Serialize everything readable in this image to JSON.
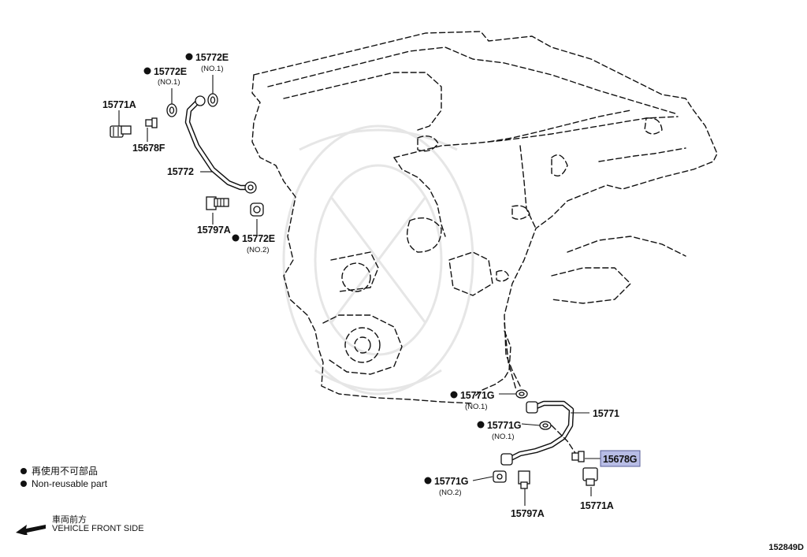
{
  "legend": {
    "jp": "再使用不可部品",
    "en": "Non-reusable part"
  },
  "direction": {
    "jp": "車両前方",
    "en": "VEHICLE FRONT SIDE"
  },
  "diagram_code": "152849D",
  "highlight_color": "#b8bde6",
  "labels": {
    "p15771A_top": "15771A",
    "p15678F": "15678F",
    "p15772E_no1_a": "15772E",
    "p15772E_no1_a_sub": "(NO.1)",
    "p15772E_no1_b": "15772E",
    "p15772E_no1_b_sub": "(NO.1)",
    "p15772": "15772",
    "p15797A_top": "15797A",
    "p15772E_no2": "15772E",
    "p15772E_no2_sub": "(NO.2)",
    "p15771G_no1_a": "15771G",
    "p15771G_no1_a_sub": "(NO.1)",
    "p15771G_no1_b": "15771G",
    "p15771G_no1_b_sub": "(NO.1)",
    "p15771": "15771",
    "p15678G": "15678G",
    "p15771G_no2": "15771G",
    "p15771G_no2_sub": "(NO.2)",
    "p15797A_bottom": "15797A",
    "p15771A_bottom": "15771A"
  }
}
